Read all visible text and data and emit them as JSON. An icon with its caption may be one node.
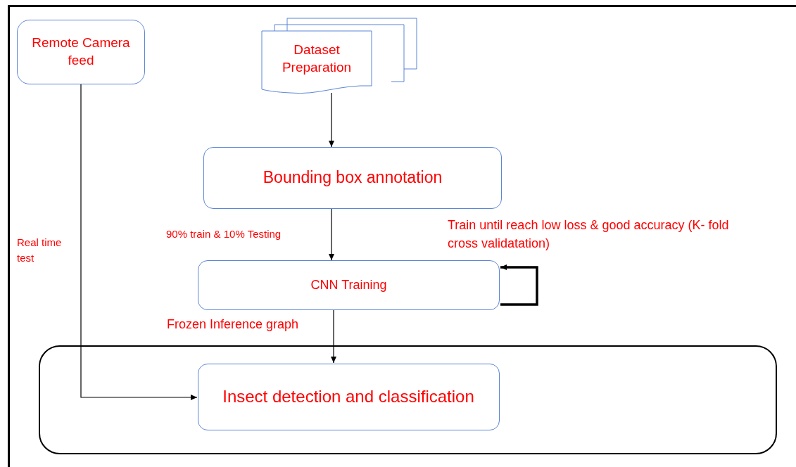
{
  "diagram": {
    "nodes": [
      {
        "text": [
          "Remote Camera feed"
        ]
      },
      {
        "text": [
          "Dataset Preparation"
        ]
      },
      {
        "text": [
          "Bounding box annotation"
        ]
      },
      {
        "text": [
          "CNN Training"
        ]
      },
      {
        "text": [],
        "shape": "box"
      },
      {
        "text": [
          "Insect detection and classification"
        ],
        "in": 4
      }
    ],
    "edges": [
      {
        "from": 1,
        "to": 2,
        "arrow": "to"
      },
      {
        "from": 2,
        "to": 3,
        "arrow": "to",
        "label": "90% train & 10% Testing"
      },
      {
        "from": 3,
        "to": 3,
        "arrow": "to",
        "style": "thick",
        "label": "Train until reach low loss & good accuracy (K- fold cross validatation)"
      },
      {
        "from": 3,
        "to": 5,
        "arrow": "to",
        "label": "Frozen Inference graph"
      },
      {
        "from": 0,
        "to": 5,
        "arrow": "to",
        "label": "Real time test"
      }
    ]
  }
}
